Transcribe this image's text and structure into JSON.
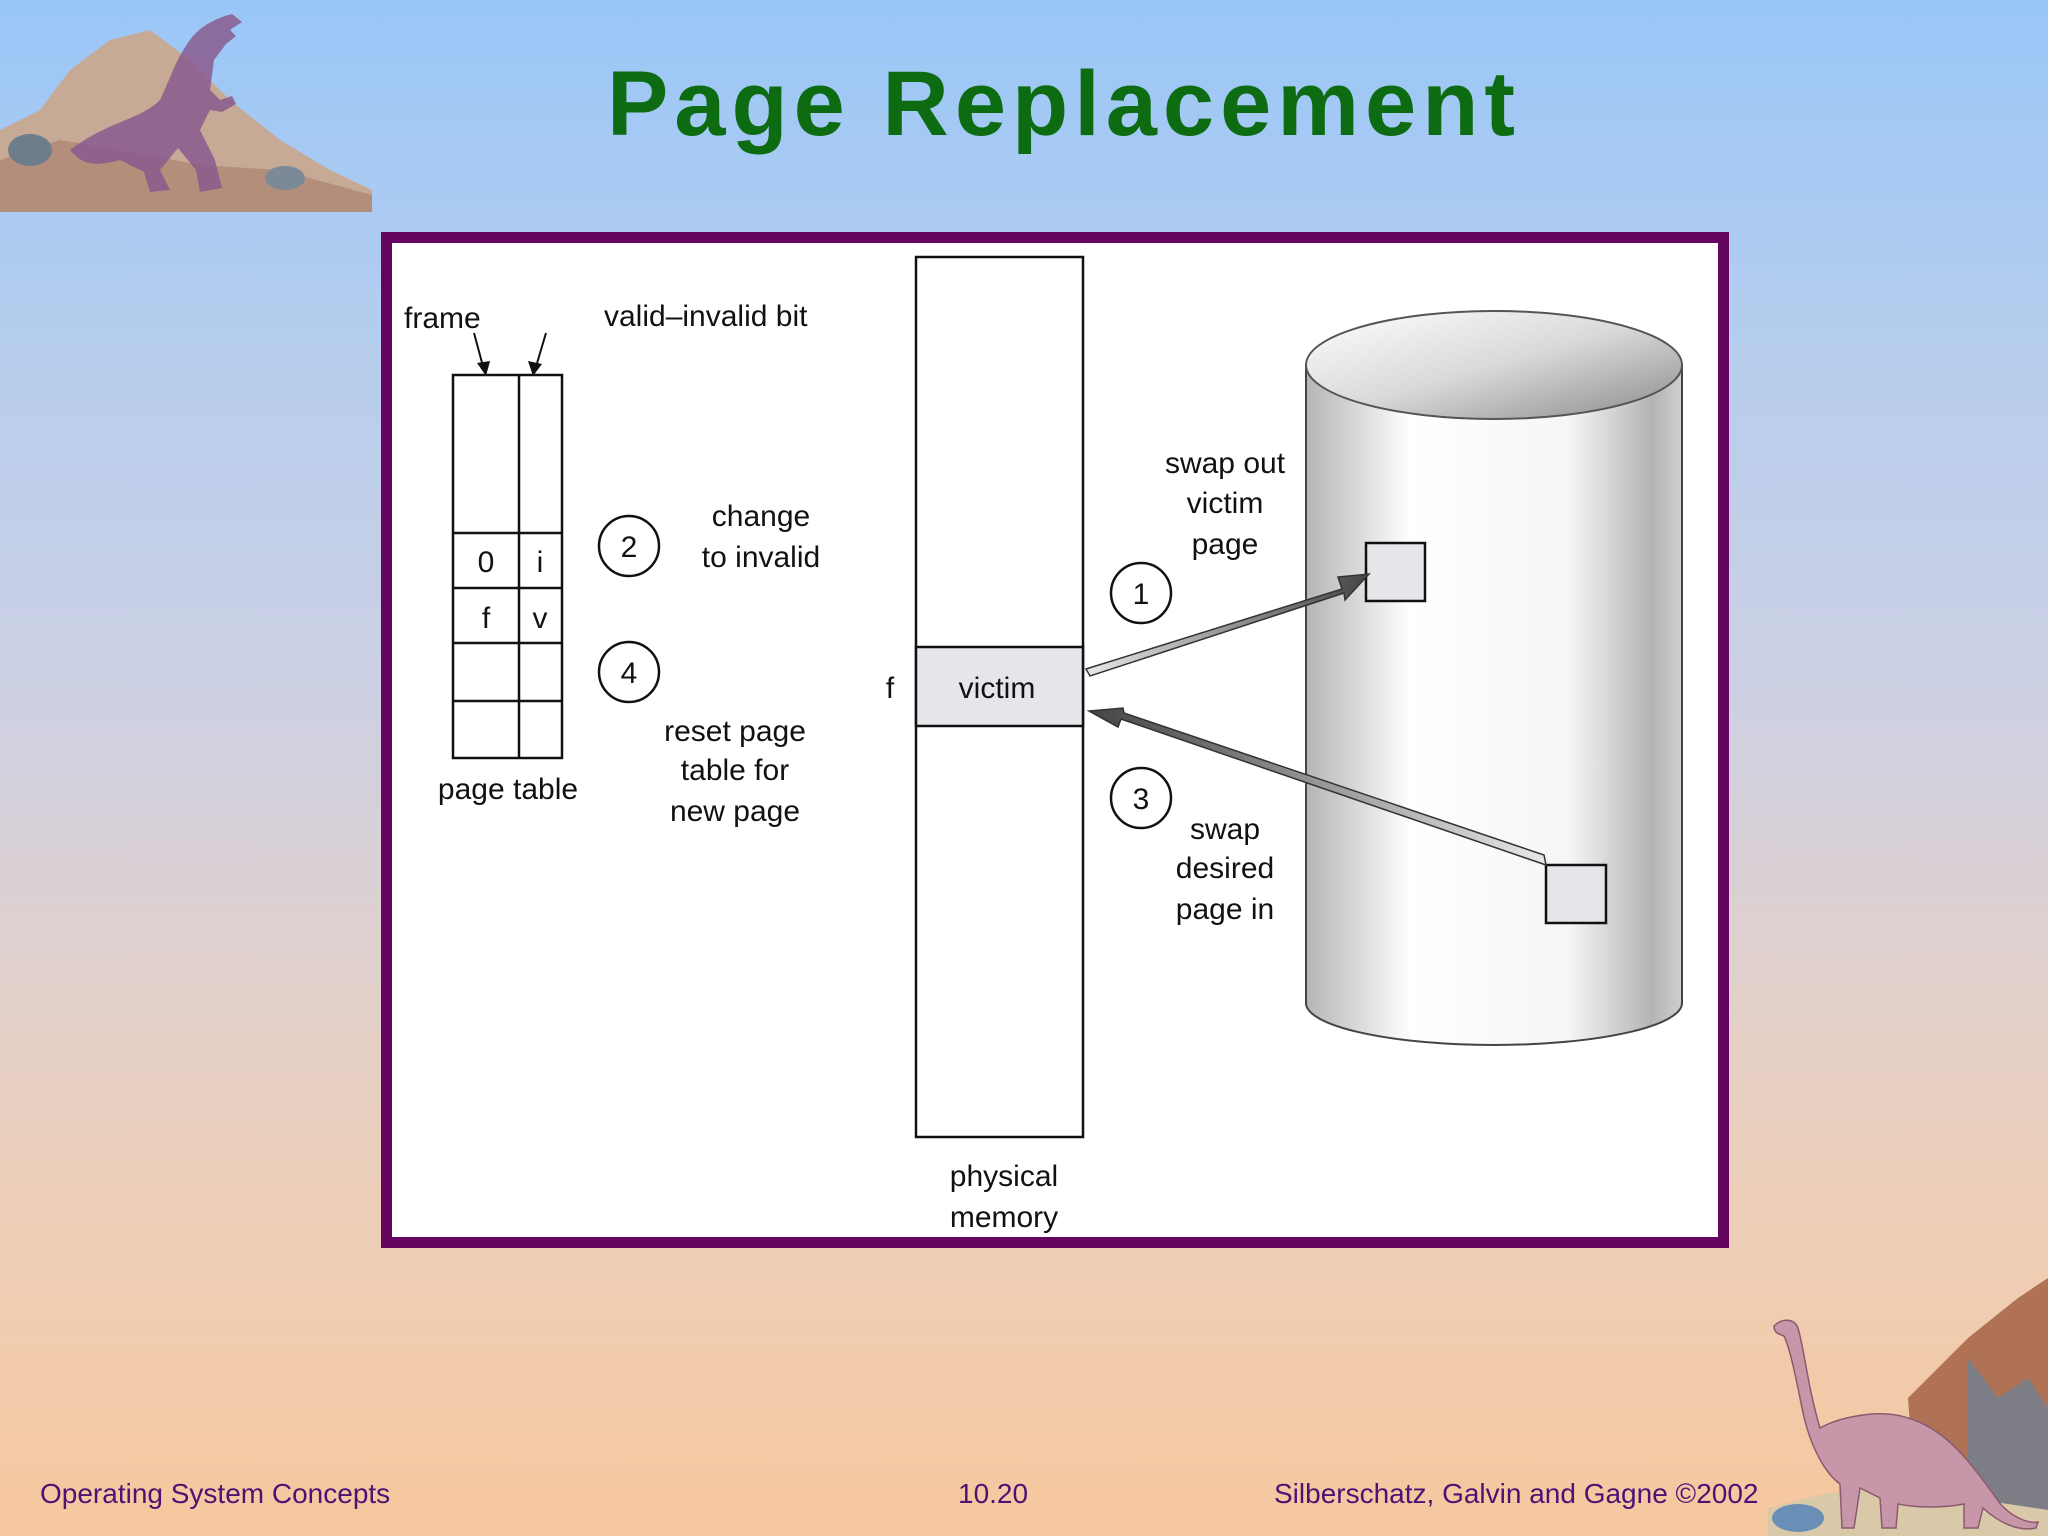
{
  "slide": {
    "title": "Page Replacement",
    "footer_left": "Operating System Concepts",
    "footer_center": "10.20",
    "footer_right": "Silberschatz, Galvin and  Gagne ©2002"
  },
  "diagram": {
    "label_frame": "frame",
    "label_valid_invalid": "valid–invalid bit",
    "page_table_rows": [
      {
        "frame": "",
        "bit": ""
      },
      {
        "frame": "0",
        "bit": "i"
      },
      {
        "frame": "f",
        "bit": "v"
      },
      {
        "frame": "",
        "bit": ""
      },
      {
        "frame": "",
        "bit": ""
      }
    ],
    "page_table_caption": "page table",
    "steps": [
      {
        "number": "1",
        "lines": [
          "swap out",
          "victim",
          "page"
        ]
      },
      {
        "number": "2",
        "lines": [
          "change",
          "to invalid"
        ]
      },
      {
        "number": "3",
        "lines": [
          "swap",
          "desired",
          "page in"
        ]
      },
      {
        "number": "4",
        "lines": [
          "reset page",
          "table for",
          "new page"
        ]
      }
    ],
    "memory_frame_label": "f",
    "victim_label": "victim",
    "memory_caption": [
      "physical",
      "memory"
    ]
  },
  "icons": {
    "top_left": "tyrannosaurus-icon",
    "bottom_right": "brontosaurus-icon"
  }
}
